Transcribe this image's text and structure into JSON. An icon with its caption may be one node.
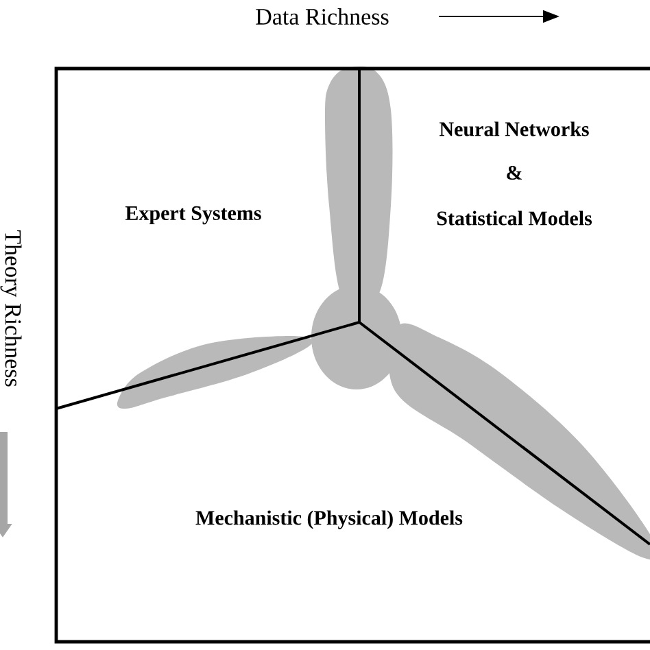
{
  "diagram": {
    "labels": [
      "Data Richness",
      "Theory Richness",
      "Neural Networks",
      "&",
      "Statistical Models",
      "Expert Systems",
      "Mechanistic (Physical) Models"
    ]
  }
}
